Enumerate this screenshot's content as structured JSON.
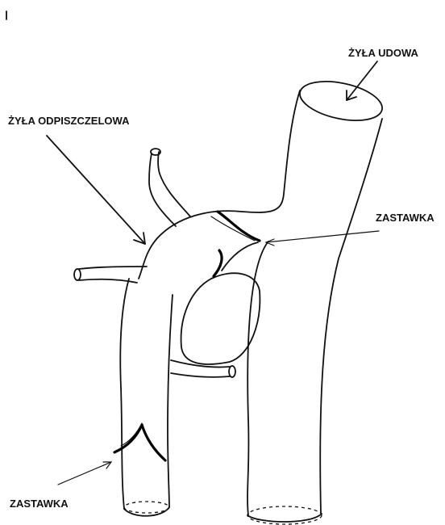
{
  "labels": {
    "femoral_vein": "ŻYŁA UDOWA",
    "great_saphenous_vein": "ŻYŁA ODPISZCZELOWA",
    "valve_upper": "ZASTAWKA",
    "valve_lower": "ZASTAWKA"
  },
  "colors": {
    "ink": "#111111",
    "background": "#ffffff"
  }
}
